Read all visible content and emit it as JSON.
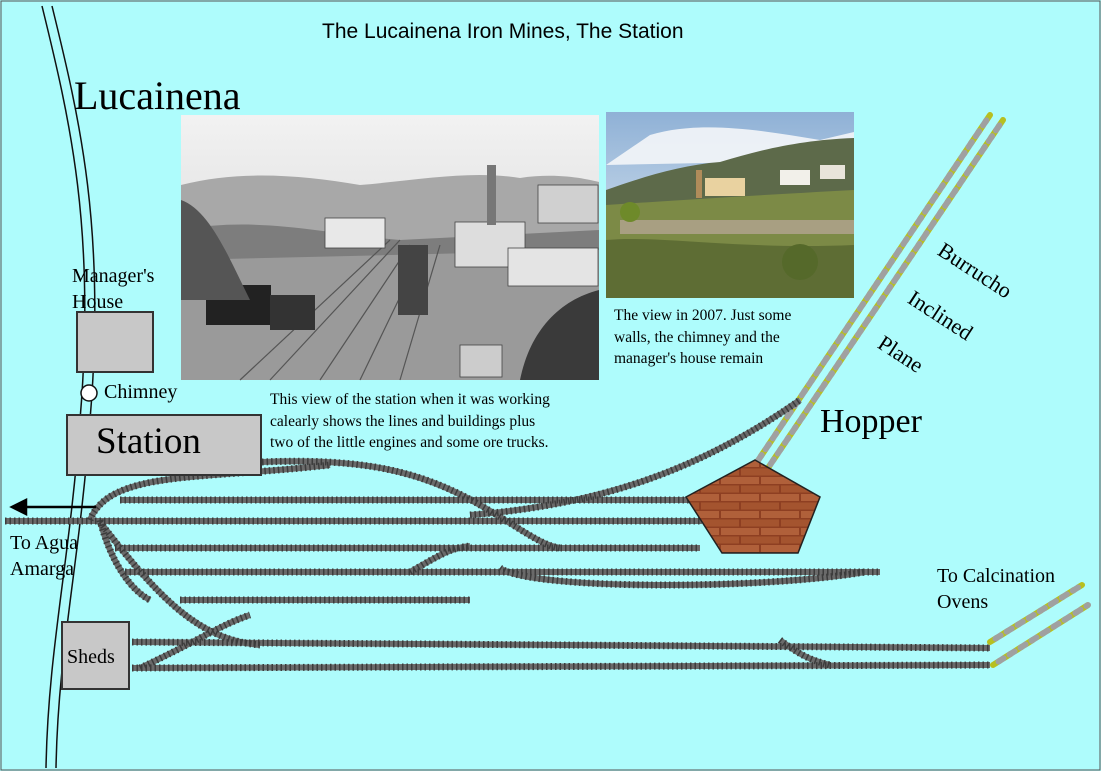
{
  "title": "The Lucainena Iron Mines, The  Station",
  "town": "Lucainena",
  "labels": {
    "managers_house_1": "Manager's",
    "managers_house_2": "House",
    "chimney": "Chimney",
    "station": "Station",
    "sheds": "Sheds",
    "hopper": "Hopper",
    "to_agua_1": "To Agua",
    "to_agua_2": "Amarga",
    "to_calc_1": "To Calcination",
    "to_calc_2": "Ovens",
    "burrucho": "Burrucho",
    "inclined": "Inclined",
    "plane": "Plane"
  },
  "captions": {
    "old_photo": [
      "This view of the station when it was working",
      "calearly shows the lines and buildings plus",
      "two of the little engines and some ore trucks."
    ],
    "new_photo": [
      "The view in 2007. Just some",
      "walls, the chimney and the",
      "manager's house remain"
    ]
  },
  "colors": {
    "background": "#aefcfc",
    "track": "#6a6a6a",
    "sleeper": "#3c3c3c",
    "brick": "#9a4a2a",
    "incline_dash": "#b8c020"
  }
}
